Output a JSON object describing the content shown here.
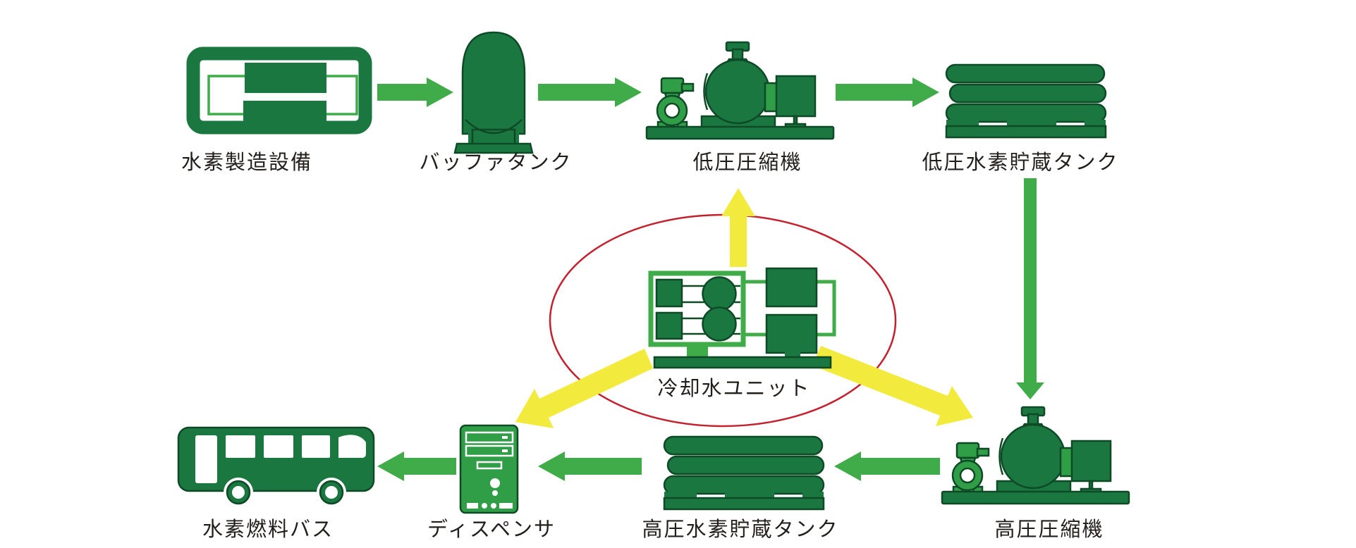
{
  "diagram": {
    "type": "process-flow",
    "description_language": "ja",
    "nodes": [
      {
        "id": "hydrogen-production",
        "label": "水素製造設備"
      },
      {
        "id": "buffer-tank",
        "label": "バッファタンク"
      },
      {
        "id": "low-pressure-compressor",
        "label": "低圧圧縮機"
      },
      {
        "id": "low-pressure-storage-tank",
        "label": "低圧水素貯蔵タンク"
      },
      {
        "id": "cooling-water-unit",
        "label": "冷却水ユニット"
      },
      {
        "id": "high-pressure-compressor",
        "label": "高圧圧縮機"
      },
      {
        "id": "high-pressure-storage-tank",
        "label": "高圧水素貯蔵タンク"
      },
      {
        "id": "dispenser",
        "label": "ディスペンサ"
      },
      {
        "id": "hydrogen-fuel-bus",
        "label": "水素燃料バス"
      }
    ],
    "edges": [
      {
        "from": "hydrogen-production",
        "to": "buffer-tank",
        "type": "process-flow",
        "arrow_color": "#3FAC49"
      },
      {
        "from": "buffer-tank",
        "to": "low-pressure-compressor",
        "type": "process-flow",
        "arrow_color": "#3FAC49"
      },
      {
        "from": "low-pressure-compressor",
        "to": "low-pressure-storage-tank",
        "type": "process-flow",
        "arrow_color": "#3FAC49"
      },
      {
        "from": "low-pressure-storage-tank",
        "to": "high-pressure-compressor",
        "type": "process-flow",
        "arrow_color": "#3FAC49"
      },
      {
        "from": "high-pressure-compressor",
        "to": "high-pressure-storage-tank",
        "type": "process-flow",
        "arrow_color": "#3FAC49"
      },
      {
        "from": "high-pressure-storage-tank",
        "to": "dispenser",
        "type": "process-flow",
        "arrow_color": "#3FAC49"
      },
      {
        "from": "dispenser",
        "to": "hydrogen-fuel-bus",
        "type": "process-flow",
        "arrow_color": "#3FAC49"
      },
      {
        "from": "cooling-water-unit",
        "to": "low-pressure-compressor",
        "type": "cooling-supply",
        "arrow_color": "#F2EB3D"
      },
      {
        "from": "cooling-water-unit",
        "to": "dispenser",
        "type": "cooling-supply",
        "arrow_color": "#F2EB3D"
      },
      {
        "from": "cooling-water-unit",
        "to": "high-pressure-compressor",
        "type": "cooling-supply",
        "arrow_color": "#F2EB3D"
      }
    ],
    "highlight": {
      "shape": "ellipse",
      "around": "cooling-water-unit",
      "color": "#C4202E"
    },
    "colors": {
      "icon_dark_green": "#1B7740",
      "icon_outline": "#0E4A26",
      "icon_mid_green": "#2F9E47",
      "flow_arrow_green": "#3FAC49",
      "cooling_arrow_yellow": "#F2EB3D",
      "highlight_red": "#C4202E",
      "label_text": "#221E1C",
      "background": "#FFFFFF"
    }
  }
}
